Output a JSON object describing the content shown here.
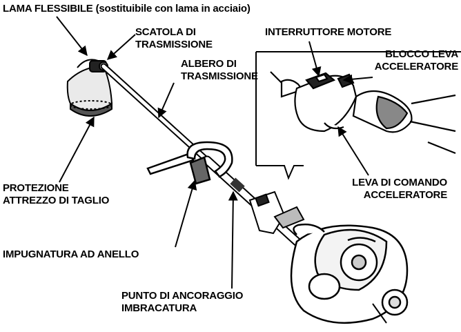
{
  "labels": {
    "lama_flessibile": "LAMA FLESSIBILE",
    "lama_flessibile_note": "(sostituibile con lama in acciaio)",
    "scatola_l1": "SCATOLA DI",
    "scatola_l2": "TRASMISSIONE",
    "albero_l1": "ALBERO DI",
    "albero_l2": "TRASMISSIONE",
    "protezione_l1": "PROTEZIONE",
    "protezione_l2": "ATTREZZO DI TAGLIO",
    "impugnatura": "IMPUGNATURA AD ANELLO",
    "punto_l1": "PUNTO DI ANCORAGGIO",
    "punto_l2": "IMBRACATURA",
    "interruttore": "INTERRUTTORE MOTORE",
    "blocco_l1": "BLOCCO LEVA",
    "blocco_l2": "ACCELERATORE",
    "leva_l1": "LEVA DI COMANDO",
    "leva_l2": "ACCELERATORE"
  }
}
